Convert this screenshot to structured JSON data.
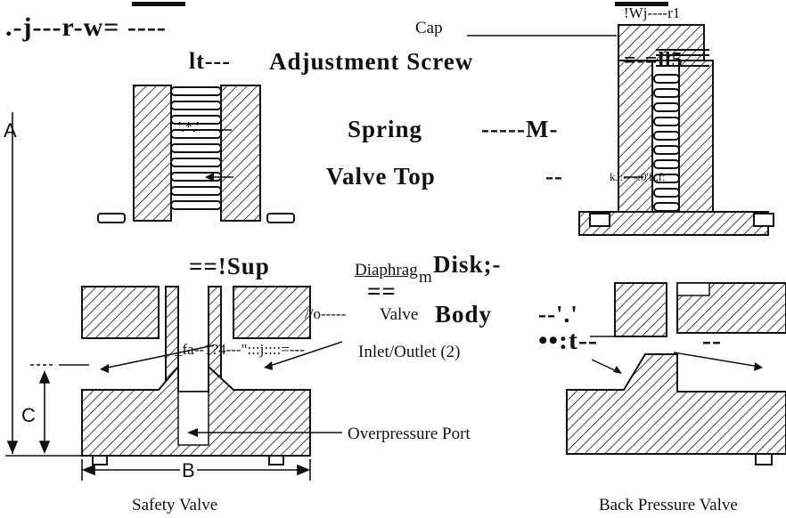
{
  "colors": {
    "ink": "#111111",
    "paper": "#ffffff"
  },
  "labels": {
    "garble_top": ".-j---r-w=  ----",
    "cap": "Cap",
    "cap_garble": "!Wj----r1",
    "lt": "lt---",
    "adjustment_screw": "Adjustment Screw",
    "adj_garble": "=-=ll5",
    "spring_garble": "'.*.'",
    "spring": "Spring",
    "spring_tail": "-----M-",
    "valve_top": "Valve Top",
    "valve_top_tail": "--",
    "valve_top_garble": "kJ:-- -:0'f.,f:",
    "sup": "==!Sup",
    "diaphragm": "Diaphrag",
    "diaphragm_m": "m",
    "disk": "Disk;-",
    "under": "==",
    "io": "//o-----",
    "valve_body": "Valve",
    "body": "Body",
    "body_garble": "--'.'",
    "fa_garble": "_fa--1?4---\":::j::::=---",
    "inlet_outlet": "Inlet/Outlet (2)",
    "dots_garble": "••:t--",
    "dots_tail": "--",
    "overpressure": "Overpressure Port"
  },
  "dimensions": {
    "a": "A",
    "b": "B",
    "c": "C"
  },
  "captions": {
    "safety_valve": "Safety Valve",
    "back_pressure_valve": "Back Pressure Valve"
  }
}
